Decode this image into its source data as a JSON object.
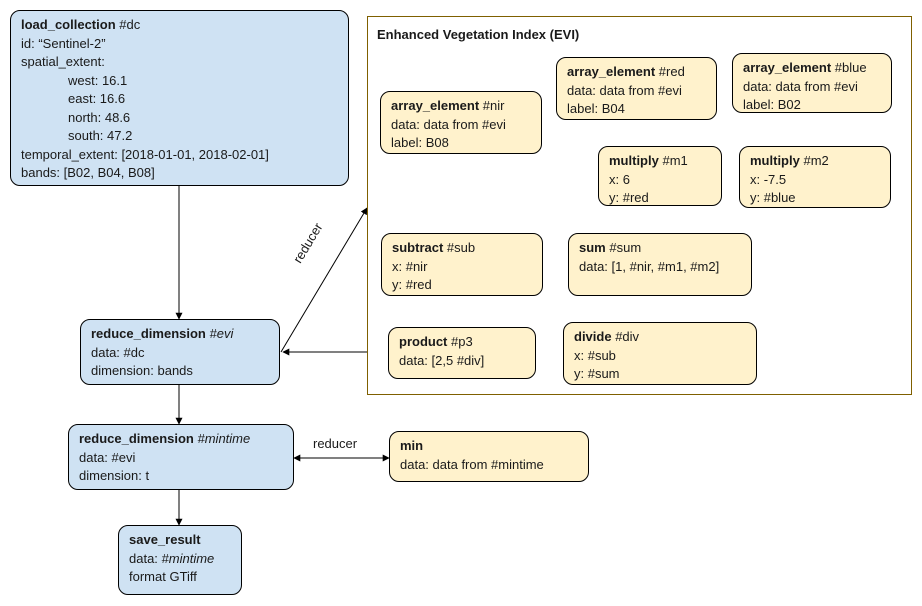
{
  "group": {
    "title": "Enhanced Vegetation Index (EVI)"
  },
  "nodes": {
    "load_collection": {
      "name": "load_collection",
      "ref": "#dc",
      "lines": [
        "id: “Sentinel-2”",
        "spatial_extent:",
        "west: 16.1",
        "east: 16.6",
        "north: 48.6",
        "south: 47.2",
        "temporal_extent: [2018-01-01, 2018-02-01]",
        "bands: [B02, B04, B08]"
      ]
    },
    "reduce_evi": {
      "name": "reduce_dimension",
      "ref": "#evi",
      "lines": [
        "data: #dc",
        "dimension: bands"
      ]
    },
    "reduce_mintime": {
      "name": "reduce_dimension",
      "ref": "#mintime",
      "lines": [
        "data: #evi",
        "dimension: t"
      ]
    },
    "save_result": {
      "name": "save_result",
      "lines": [
        "data: ",
        "#mintime",
        "format GTiff"
      ]
    },
    "min": {
      "name": "min",
      "lines": [
        "data: data from #mintime"
      ]
    },
    "nir": {
      "name": "array_element",
      "ref": "#nir",
      "lines": [
        "data: data from #evi",
        "label: B08"
      ]
    },
    "red": {
      "name": "array_element",
      "ref": "#red",
      "lines": [
        "data: data from #evi",
        "label: B04"
      ]
    },
    "blue": {
      "name": "array_element",
      "ref": "#blue",
      "lines": [
        "data: data from #evi",
        "label: B02"
      ]
    },
    "m1": {
      "name": "multiply",
      "ref": "#m1",
      "lines": [
        "x: 6",
        "y: #red"
      ]
    },
    "m2": {
      "name": "multiply",
      "ref": "#m2",
      "lines": [
        "x: -7.5",
        "y: #blue"
      ]
    },
    "sub": {
      "name": "subtract",
      "ref": "#sub",
      "lines": [
        "x: #nir",
        "y: #red"
      ]
    },
    "sum": {
      "name": "sum",
      "ref": "#sum",
      "lines": [
        "data: [1, #nir, #m1, #m2]"
      ]
    },
    "p3": {
      "name": "product",
      "ref": "#p3",
      "lines": [
        "data: [2,5 #div]"
      ]
    },
    "div": {
      "name": "divide",
      "ref": "#div",
      "lines": [
        "x: #sub",
        "y: #sum"
      ]
    }
  },
  "edge_labels": {
    "reducer_evi": "reducer",
    "reducer_mintime": "reducer"
  },
  "colors": {
    "node_blue": "#cfe2f3",
    "node_yellow": "#fff2cc",
    "group_border": "#7f6000"
  }
}
